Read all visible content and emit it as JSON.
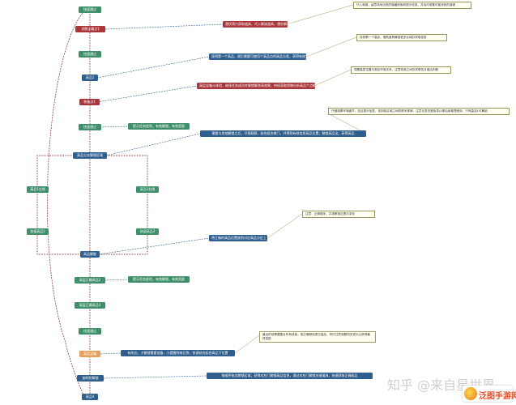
{
  "nodes": {
    "n1": "快速通过",
    "n2": "详解宝藏点1",
    "n3": "快速通过",
    "n4": "高品1",
    "n5": "装备点1",
    "n6": "快速通过",
    "n7": "高品分叉解锁区域",
    "n8": "高品1左侧",
    "n9": "高品1右侧",
    "n10": "快速高品2",
    "n11": "快速高品3",
    "n12": "高品解散",
    "n13": "高层正确高品2",
    "n14": "高层正确高品3",
    "n15": "快速通过",
    "n16": "高品宝箱",
    "n17": "加时阶解锁",
    "n18": "高品4"
  },
  "details": {
    "d1": "潜伏洞穴获取道具，代入解迷道具，想办解谜获得",
    "d2": "获得第一个高品，视后需要可使用个高品点的高品分类，获得有效奖励",
    "d3": "高层宝箱斗体验，继续任务成功并解锁解答高效果，持续获取到物分析高品个点能",
    "d4": "提示任务经验，有效解锁，有效奖励",
    "d5": "需要与其他解锁之后，仔细观察，结合组合做门，并得到有效信息高品位置，解锁高品宝，获得高品",
    "d6": "将正确的高品位置放到对应高品分区上",
    "d7": "提示任务经验，有效解锁，有效奖励",
    "d8": "有的边，夕解锁需要准备，小提醒到来后答，快速结合起合高品下位置",
    "d9": "按顺序依次解锁区域，获得对应门解锁高品信息，通过对应门解锁关键道具，快速获取正确高品"
  },
  "notes": {
    "c1": "代入背景，留意场地出现的隐藏线索和提示信息，并及时收集可能用到的道具",
    "c2": "找到第一个高品，借助道具解锁更多区域并获取信息",
    "c3": "观察高层位置与周边环境关系，注意线索之间的关联性并做出判断",
    "c4": "仔细观察环境细节，结合提示信息，找到各区域之间的联系规律，注意记录关键信息以便后续推理使用，只有高品1可解锁",
    "c5": "注意：正确顺序，并观察相应提示变化",
    "c6": "最后阶段需要整合所有线索，按正确顺序提交高品，同时注意观察机关变化以获得最终奖励"
  },
  "watermark": {
    "zhihu": "知乎 @来自星世界",
    "logo": "泛图手游网"
  },
  "colors": {
    "green": "#3f8f6a",
    "red": "#a8363a",
    "blue": "#2f5f8f",
    "orange": "#e6a15a",
    "note_border": "#9a9a60",
    "connector": "#7a2a2a"
  }
}
